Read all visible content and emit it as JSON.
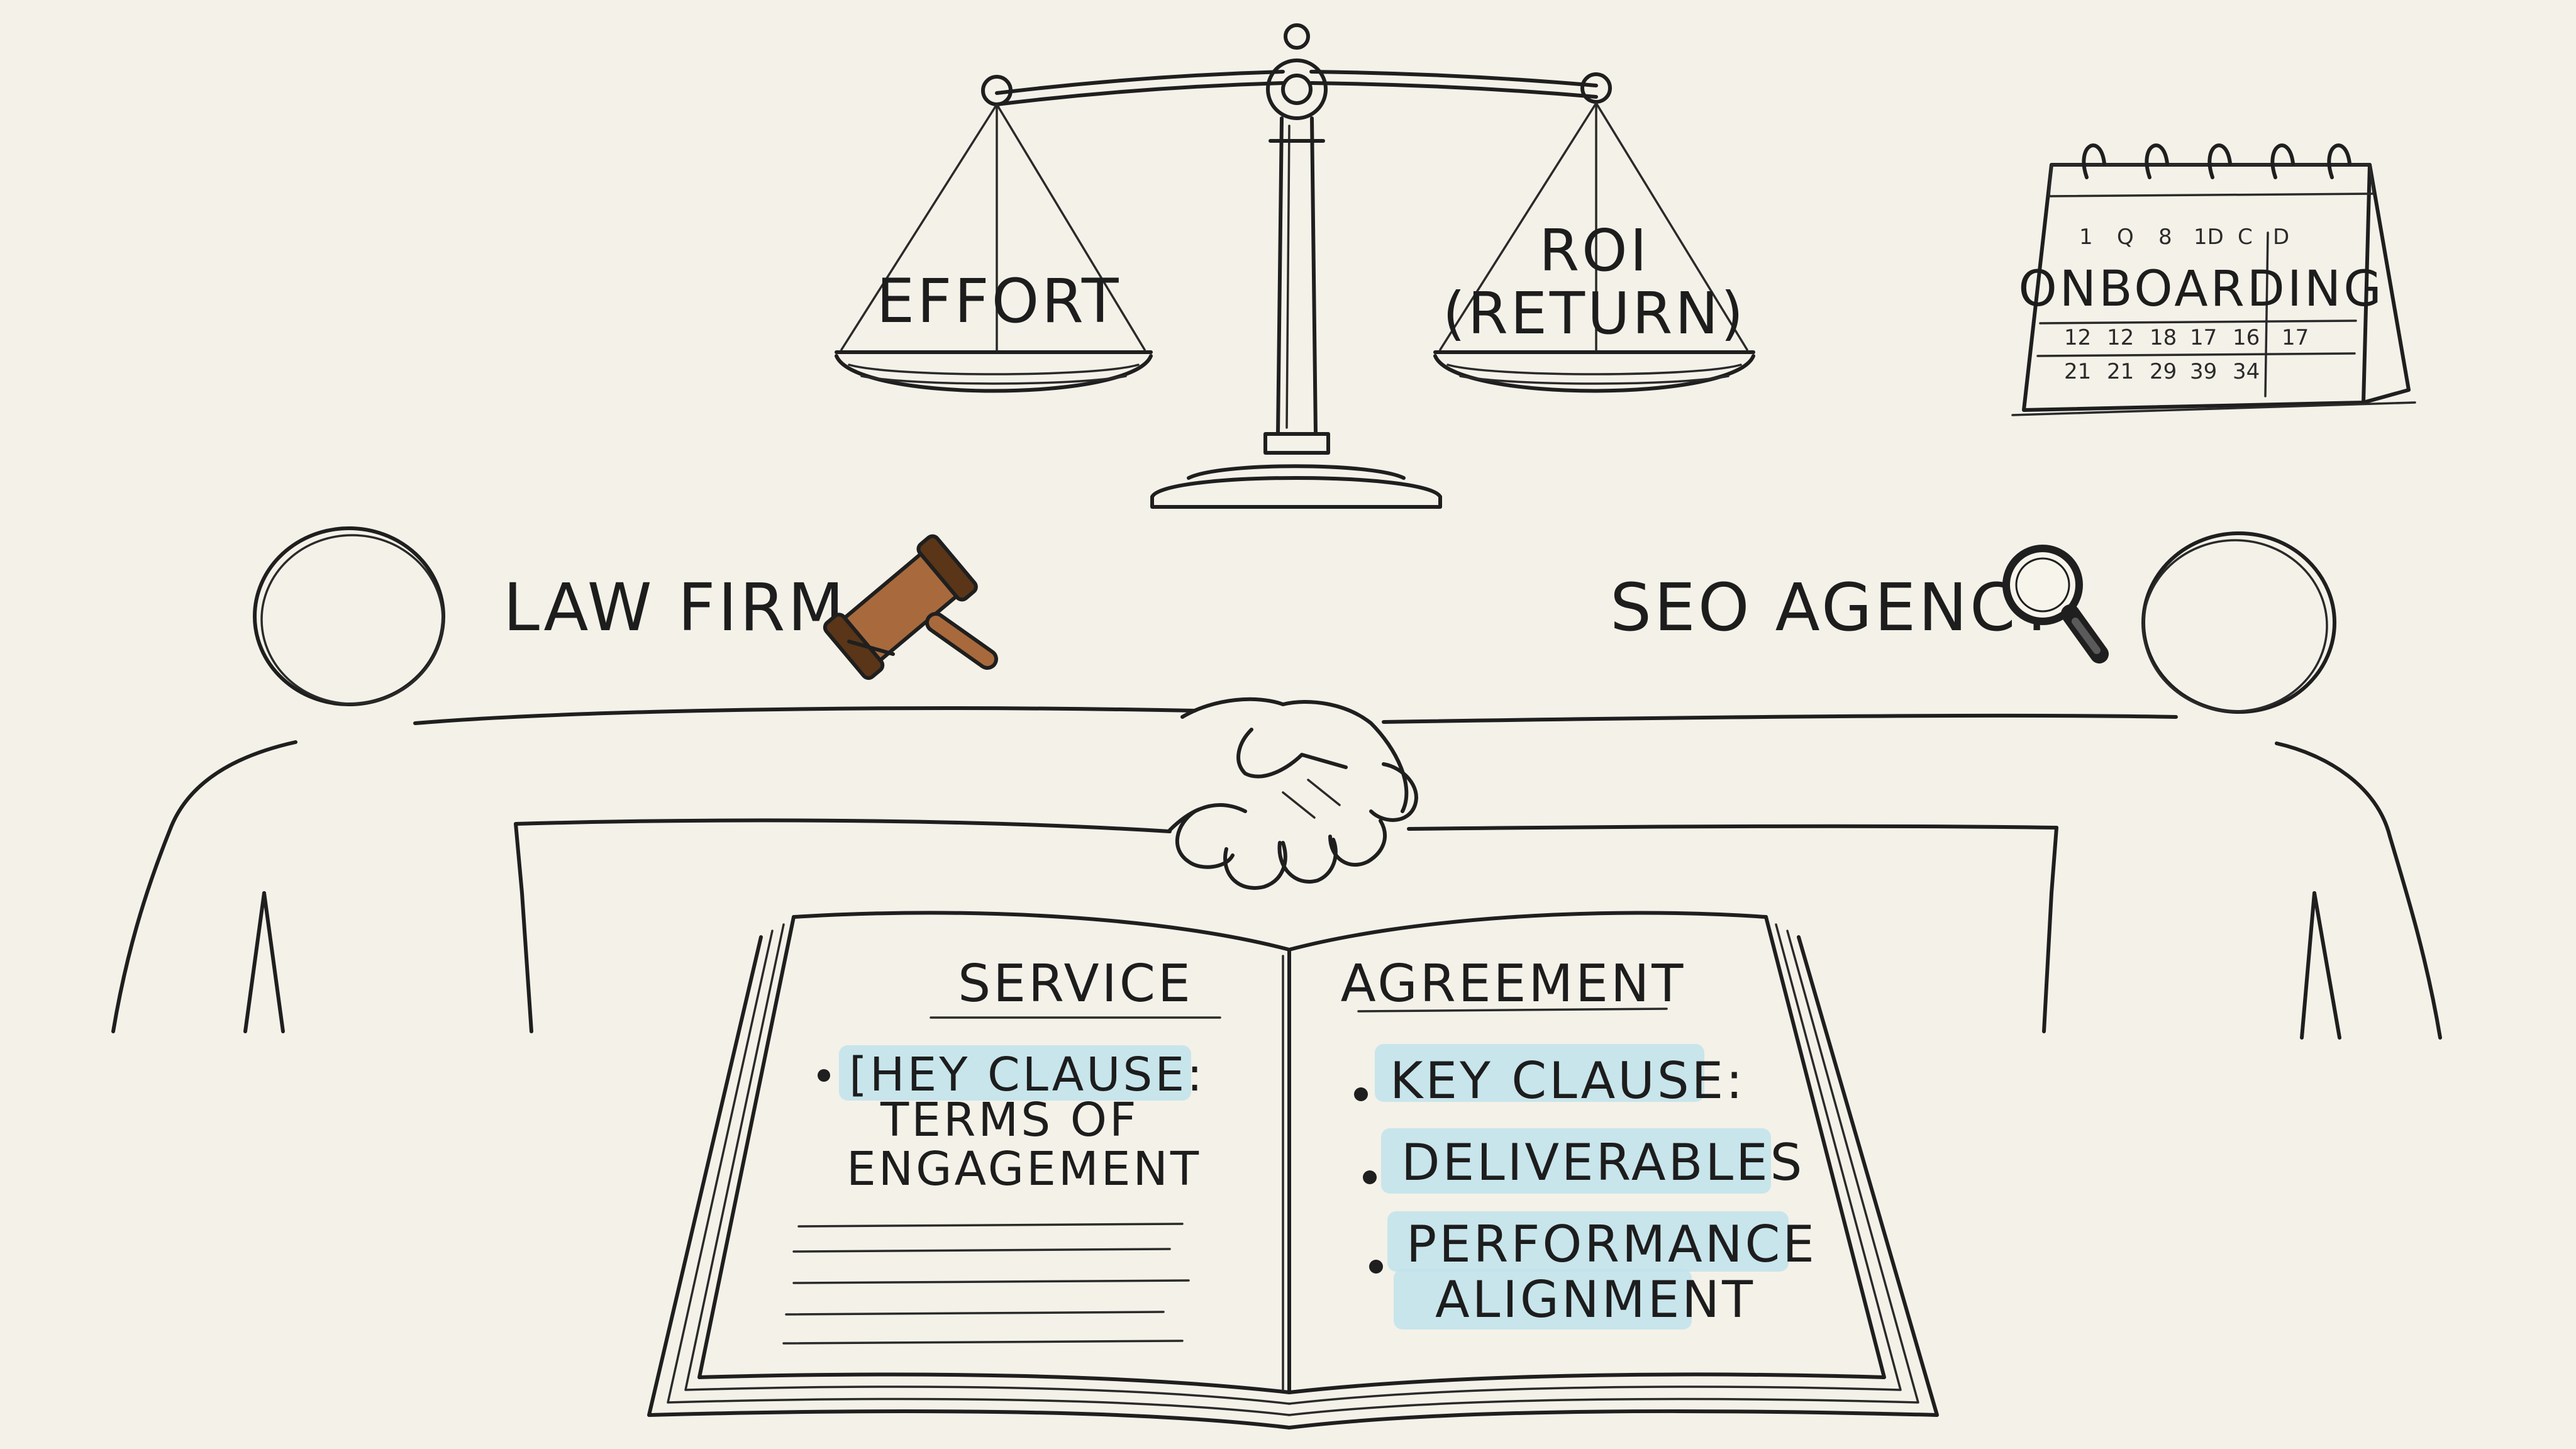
{
  "colors": {
    "paper": "#f4f1e8",
    "ink": "#1f1f1f",
    "highlight": "#bfe3ec",
    "wood": "#a86a3c",
    "wood_dark": "#5a3518"
  },
  "scale": {
    "left_pan": "EFFORT",
    "right_pan_line1": "ROI",
    "right_pan_line2": "(RETURN)"
  },
  "calendar": {
    "title": "ONBOARDING",
    "top_row": [
      "1",
      "Q",
      "8",
      "1D",
      "C",
      "D"
    ],
    "row1": [
      "12",
      "12",
      "18",
      "17",
      "16",
      "17"
    ],
    "row2": [
      "21",
      "21",
      "29",
      "39",
      "34"
    ]
  },
  "parties": {
    "left": "LAW FIRM",
    "right": "SEO AGENCY"
  },
  "icons": {
    "left": "gavel-icon",
    "right": "magnifying-glass-icon",
    "center": "handshake-icon"
  },
  "contract": {
    "left_heading": "SERVICE",
    "left_item_line1": "[HEY CLAUSE:",
    "left_item_line2": "TERMS OF",
    "left_item_line3": "ENGAGEMENT",
    "right_heading": "AGREEMENT",
    "right_items": [
      "KEY CLAUSE:",
      "DELIVERABLES",
      "PERFORMANCE",
      "ALIGNMENT"
    ]
  }
}
